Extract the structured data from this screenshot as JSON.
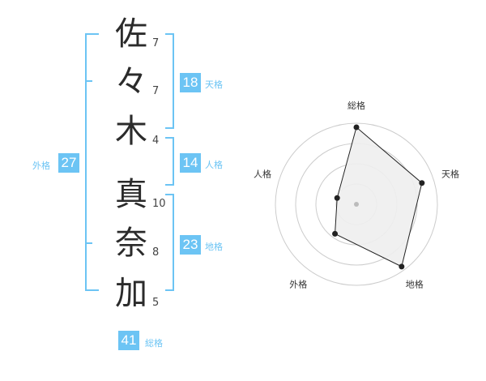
{
  "name": {
    "chars": [
      {
        "char": "佐",
        "strokes": "7"
      },
      {
        "char": "々",
        "strokes": "7"
      },
      {
        "char": "木",
        "strokes": "4"
      },
      {
        "char": "真",
        "strokes": "10"
      },
      {
        "char": "奈",
        "strokes": "8"
      },
      {
        "char": "加",
        "strokes": "5"
      }
    ]
  },
  "fortunes": {
    "tenkaku": {
      "value": "18",
      "label": "天格"
    },
    "jinkaku": {
      "value": "14",
      "label": "人格"
    },
    "chikaku": {
      "value": "23",
      "label": "地格"
    },
    "gaikaku": {
      "value": "27",
      "label": "外格"
    },
    "soukaku": {
      "value": "41",
      "label": "総格"
    }
  },
  "colors": {
    "accent": "#6cc4f4",
    "radar_fill": "#eeeeee",
    "radar_line": "#222222",
    "ring": "#cccccc"
  },
  "chart_data": {
    "type": "radar",
    "axes": [
      "総格",
      "天格",
      "地格",
      "外格",
      "人格"
    ],
    "values": [
      0.95,
      0.85,
      0.95,
      0.45,
      0.25
    ],
    "rings": 4,
    "max": 1
  }
}
